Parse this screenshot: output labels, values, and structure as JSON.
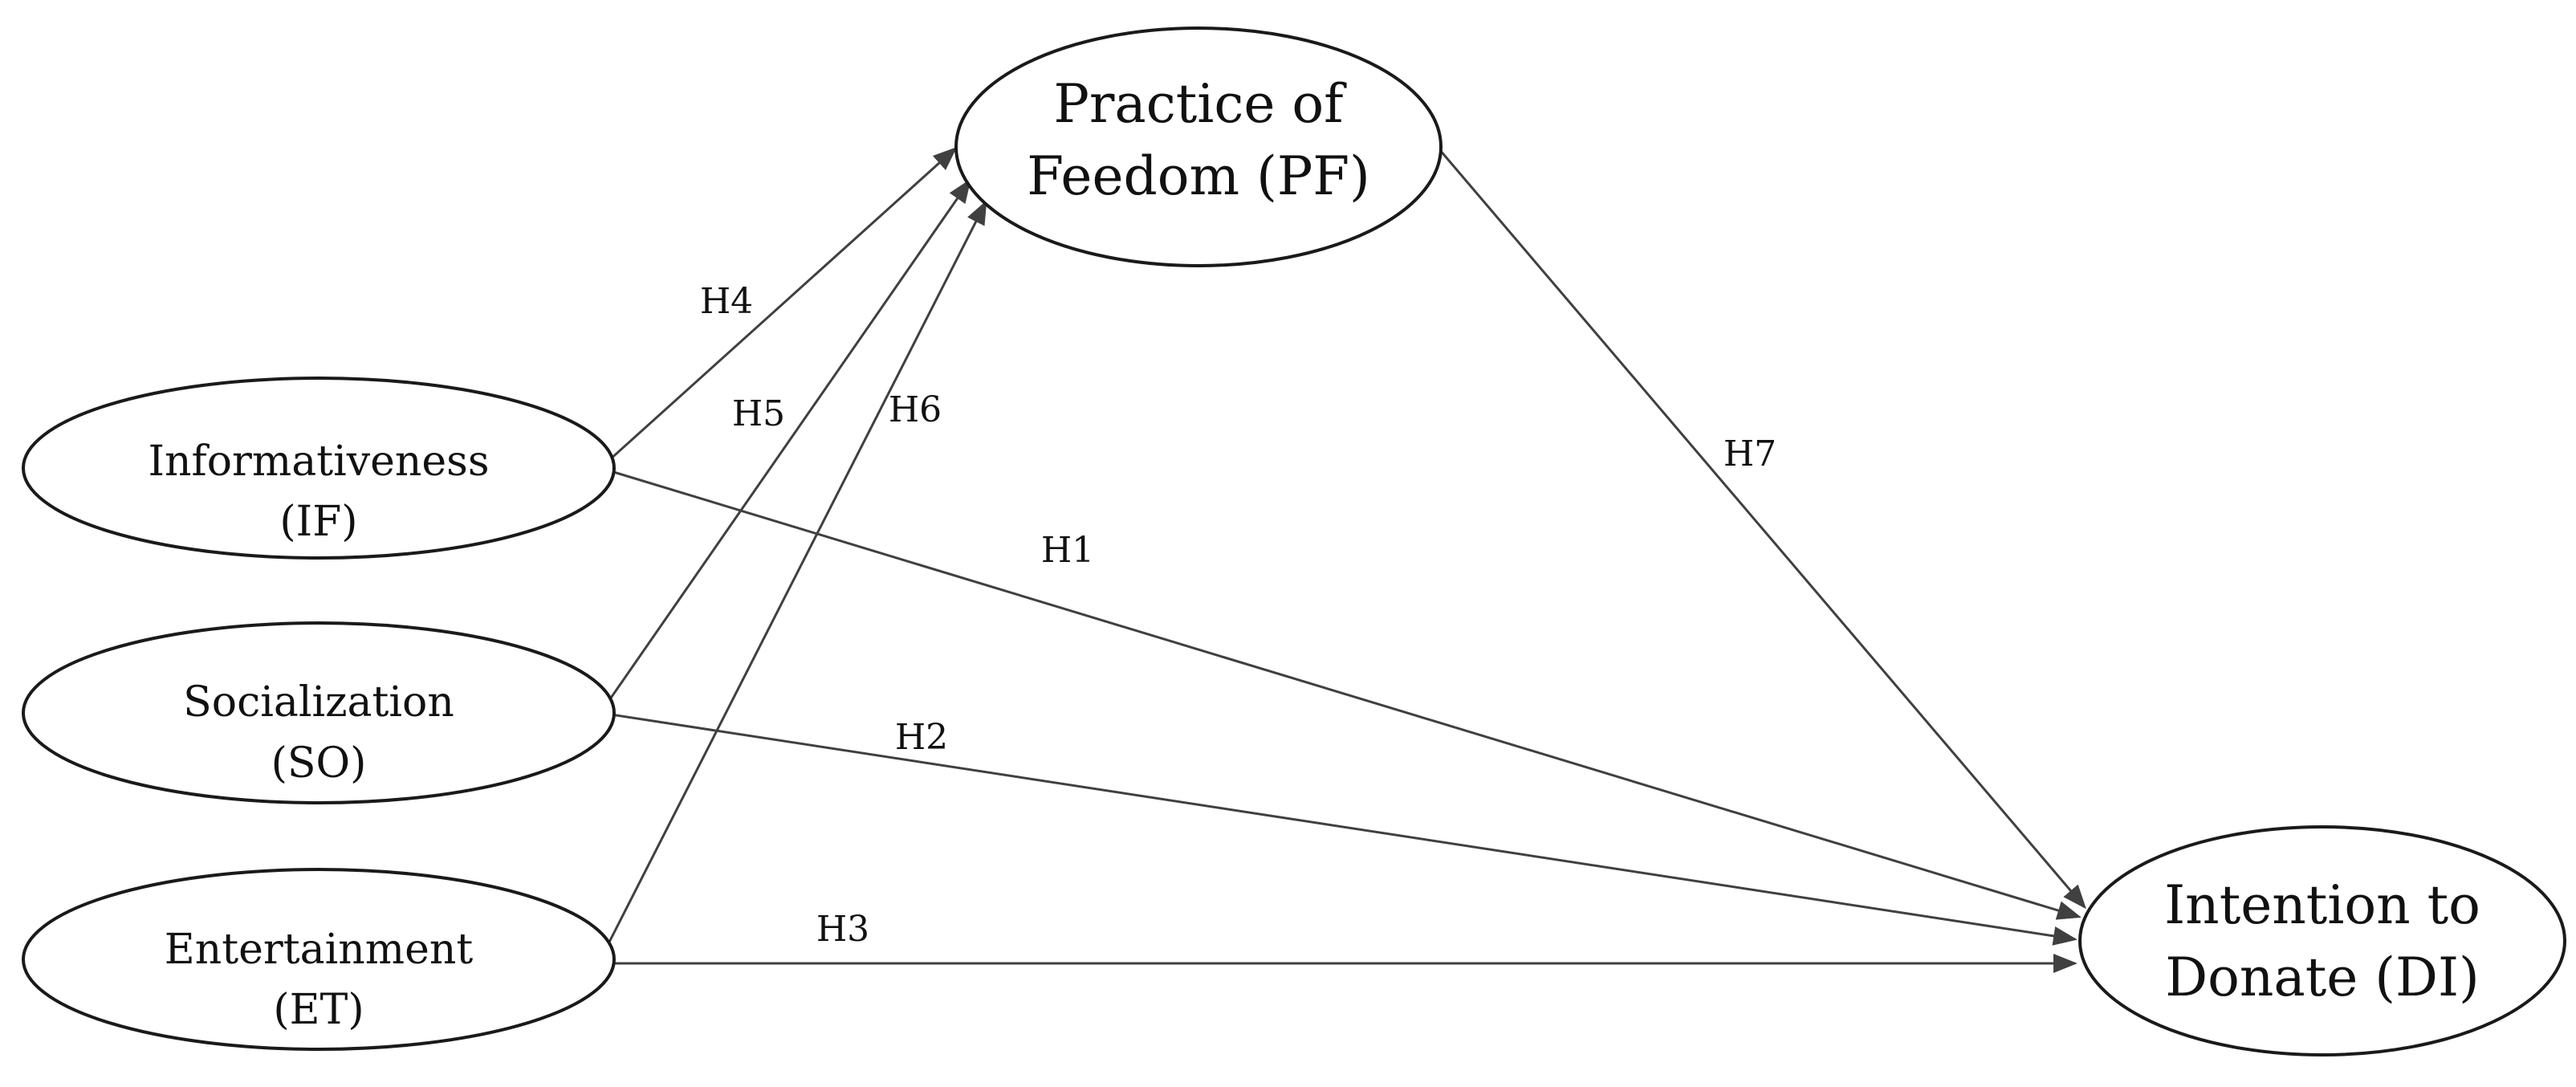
{
  "constructs": {
    "informativeness": {
      "line1": "Informativeness",
      "line2": "(IF)"
    },
    "socialization": {
      "line1": "Socialization",
      "line2": "(SO)"
    },
    "entertainment": {
      "line1": "Entertainment",
      "line2": "(ET)"
    },
    "practice_of_freedom": {
      "line1": "Practice of",
      "line2": "Feedom (PF)"
    },
    "intention_to_donate": {
      "line1": "Intention to",
      "line2": "Donate (DI)"
    }
  },
  "hypotheses": {
    "h1": "H1",
    "h2": "H2",
    "h3": "H3",
    "h4": "H4",
    "h5": "H5",
    "h6": "H6",
    "h7": "H7"
  },
  "colors": {
    "outline": "#1a1a1a",
    "path": "#404040",
    "text": "#111111",
    "background": "#ffffff"
  }
}
